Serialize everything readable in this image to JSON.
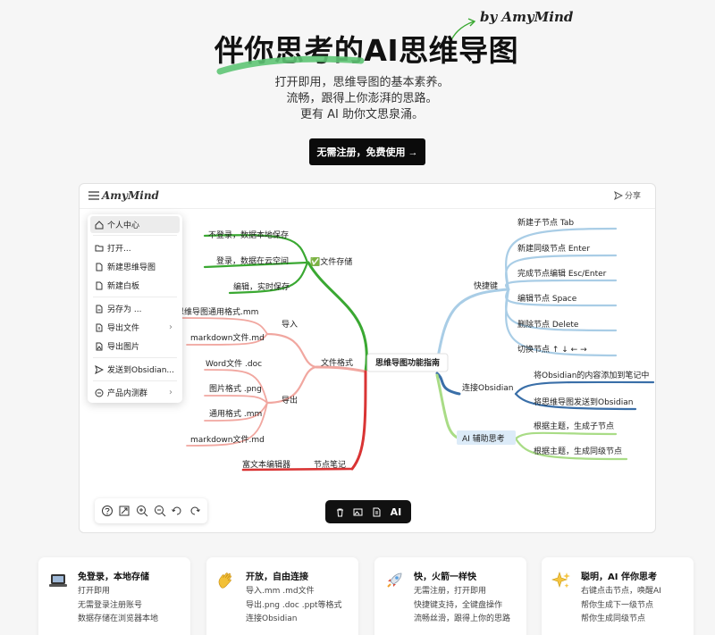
{
  "brand_tag": "by AmyMind",
  "hero": {
    "title": "伴你思考的AI思维导图",
    "lines": [
      "打开即用，思维导图的基本素养。",
      "流畅，跟得上你澎湃的思路。",
      "更有 AI 助你文思泉涌。"
    ],
    "cta_label": "无需注册，免费使用 →"
  },
  "app": {
    "logo": "AmyMind",
    "share_label": "分享",
    "menu": {
      "items": [
        "个人中心",
        "打开...",
        "新建思维导图",
        "新建白板",
        "另存为 ...",
        "导出文件",
        "导出图片",
        "发送到Obsidian...",
        "产品内测群"
      ],
      "active_index": 0
    },
    "ai_toolbar_label": "AI",
    "mindmap": {
      "root": "思维导图功能指南",
      "storage": {
        "label": "✅文件存储",
        "children": [
          "不登录，数据本地保存",
          "登录，数据在云空间",
          "编辑，实时保存"
        ]
      },
      "format": {
        "label": "文件格式",
        "import_label": "导入",
        "import_children": [
          "思维导图通用格式.mm",
          "markdown文件.md"
        ],
        "export_label": "导出",
        "export_children": [
          "Word文件 .doc",
          "图片格式 .png",
          "通用格式 .mm",
          "markdown文件.md"
        ]
      },
      "notes": {
        "label": "节点笔记",
        "child": "富文本编辑器"
      },
      "shortcuts": {
        "label": "快捷键",
        "children": [
          "新建子节点 Tab",
          "新建同级节点 Enter",
          "完成节点编辑 Esc/Enter",
          "编辑节点 Space",
          "删除节点 Delete",
          "切换节点 ↑ ↓ ← →"
        ]
      },
      "obsidian": {
        "label": "连接Obsidian",
        "children": [
          "将Obsidian的内容添加到笔记中",
          "将思维导图发送到Obsidian"
        ]
      },
      "ai": {
        "label": "AI 辅助思考",
        "children": [
          "根据主题，生成子节点",
          "根据主题，生成同级节点"
        ]
      }
    }
  },
  "cards": [
    {
      "icon": "laptop-icon",
      "title": "免登录，本地存储",
      "lines": [
        "打开即用",
        "无需登录注册账号",
        "数据存储在浏览器本地"
      ]
    },
    {
      "icon": "hand-wave-icon",
      "title": "开放，自由连接",
      "lines": [
        "导入.mm .md文件",
        "导出.png .doc .ppt等格式",
        "连接Obsidian"
      ]
    },
    {
      "icon": "rocket-icon",
      "title": "快，火箭一样快",
      "lines": [
        "无需注册，打开即用",
        "快捷键支持，全键盘操作",
        "流畅丝滑，跟得上你的思路"
      ]
    },
    {
      "icon": "sparkles-icon",
      "title": "聪明，AI 伴你思考",
      "lines": [
        "右键点击节点，唤醒AI",
        "帮你生成下一级节点",
        "帮你生成同级节点"
      ]
    }
  ],
  "colors": {
    "green": "#3aa832",
    "salmon": "#f1a7a0",
    "red": "#d93434",
    "lightblue": "#a9cde6",
    "blue": "#3a6fa8",
    "lightgreen": "#a9dc86",
    "accent_swash": "#5fc576"
  }
}
